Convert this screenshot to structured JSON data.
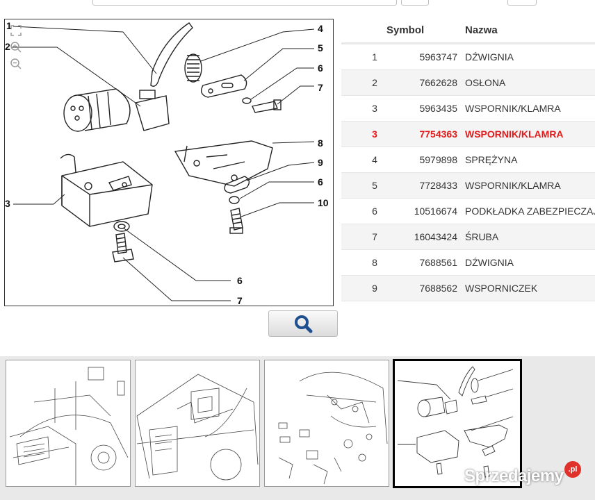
{
  "table": {
    "headers": {
      "symbol": "Symbol",
      "name": "Nazwa"
    },
    "rows": [
      {
        "idx": "1",
        "number": "5963747",
        "name": "DŹWIGNIA"
      },
      {
        "idx": "2",
        "number": "7662628",
        "name": "OSŁONA"
      },
      {
        "idx": "3",
        "number": "5963435",
        "name": "WSPORNIK/KLAMRA"
      },
      {
        "idx": "3",
        "number": "7754363",
        "name": "WSPORNIK/KLAMRA",
        "highlighted": true
      },
      {
        "idx": "4",
        "number": "5979898",
        "name": "SPRĘŻYNA"
      },
      {
        "idx": "5",
        "number": "7728433",
        "name": "WSPORNIK/KLAMRA"
      },
      {
        "idx": "6",
        "number": "10516674",
        "name": "PODKŁADKA ZABEZPIECZAJĄ"
      },
      {
        "idx": "7",
        "number": "16043424",
        "name": "ŚRUBA"
      },
      {
        "idx": "8",
        "number": "7688561",
        "name": "DŹWIGNIA"
      },
      {
        "idx": "9",
        "number": "7688562",
        "name": "WSPORNICZEK"
      }
    ],
    "highlight_color": "#e01b1b"
  },
  "diagram": {
    "callouts": [
      "1",
      "2",
      "3",
      "4",
      "5",
      "6",
      "7",
      "8",
      "9",
      "6",
      "10",
      "6",
      "7"
    ]
  },
  "zoom_tools": {
    "icons": [
      "fit-screen-icon",
      "zoom-in-icon",
      "zoom-out-icon"
    ]
  },
  "search_button": {
    "icon": "search-icon",
    "accent": "#1e4f8f"
  },
  "thumbnails": {
    "count": 4,
    "selected_index": 3
  },
  "watermark": {
    "text": "Sprzedajemy",
    "badge": ".pl",
    "badge_color": "#e0312b"
  }
}
